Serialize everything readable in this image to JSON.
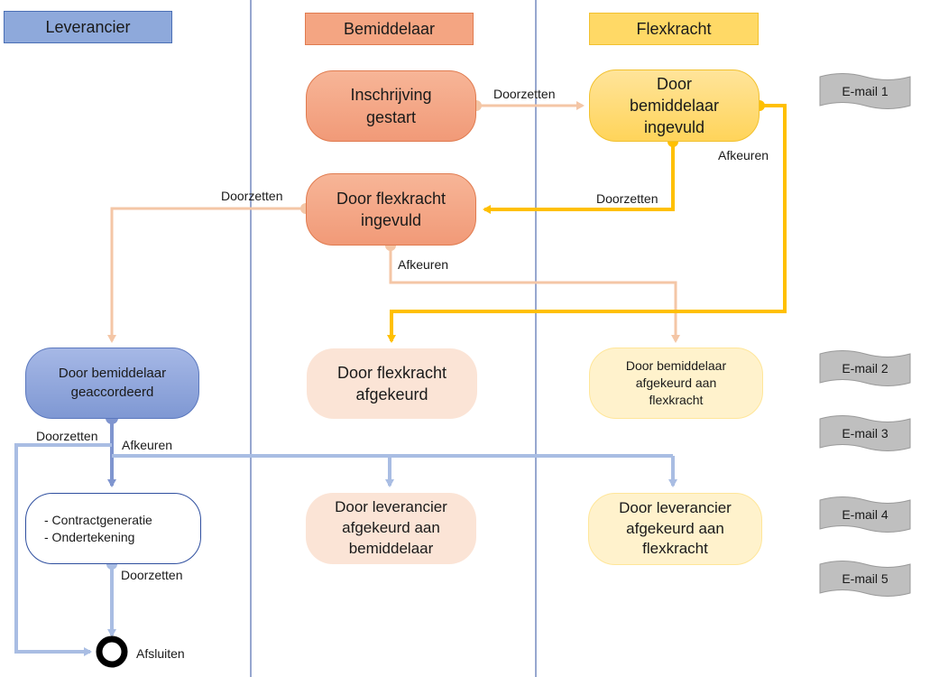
{
  "lanes": {
    "leverancier": "Leverancier",
    "bemiddelaar": "Bemiddelaar",
    "flexkracht": "Flexkracht"
  },
  "nodes": {
    "inschrijving": "Inschrijving\ngestart",
    "door_bemiddelaar_ingevuld": "Door\nbemiddelaar\ningevuld",
    "door_flexkracht_ingevuld": "Door flexkracht\ningevuld",
    "door_bemiddelaar_geaccordeerd": "Door bemiddelaar\ngeaccordeerd",
    "door_flexkracht_afgekeurd": "Door flexkracht\nafgekeurd",
    "door_bemiddelaar_afgekeurd_flexkracht": "Door bemiddelaar\nafgekeurd aan\nflexkracht",
    "contract": "- Contractgeneratie\n- Ondertekening",
    "door_leverancier_afgekeurd_bemiddelaar": "Door leverancier\nafgekeurd aan\nbemiddelaar",
    "door_leverancier_afgekeurd_flexkracht": "Door leverancier\nafgekeurd aan\nflexkracht"
  },
  "edge_labels": {
    "doorzetten_1": "Doorzetten",
    "afkeuren_1": "Afkeuren",
    "doorzetten_2": "Doorzetten",
    "doorzetten_3": "Doorzetten",
    "afkeuren_2": "Afkeuren",
    "doorzetten_4": "Doorzetten",
    "afkeuren_3": "Afkeuren",
    "doorzetten_5": "Doorzetten",
    "afsluiten": "Afsluiten"
  },
  "emails": [
    "E-mail 1",
    "E-mail 2",
    "E-mail 3",
    "E-mail 4",
    "E-mail 5"
  ],
  "colors": {
    "lane_divider": "#2f4f9f",
    "bemiddelaar_flow": "#f4c6a6",
    "flexkracht_flow": "#ffc000",
    "leverancier_flow": "#a9bde3",
    "leverancier_dark": "#8297cf"
  }
}
